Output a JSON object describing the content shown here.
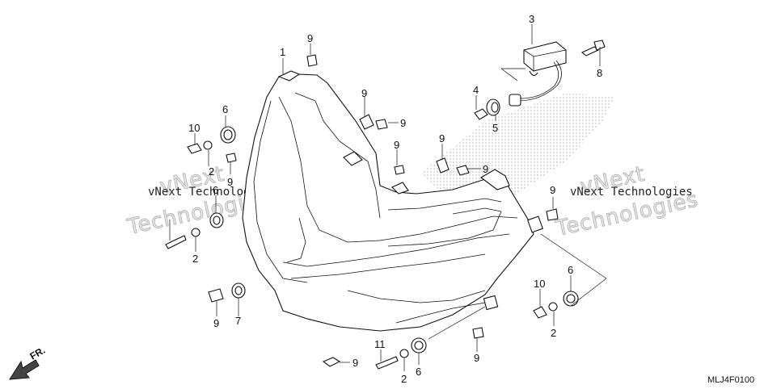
{
  "diagram": {
    "code": "MLJ4F0100",
    "direction_label": "FR.",
    "watermark_left": {
      "mono": "vNext Technologies",
      "big_top": "vNext",
      "big_bottom": "Technologies"
    },
    "watermark_right": {
      "mono": "vNext Technologies",
      "big_top": "vNext",
      "big_bottom": "Technologies"
    },
    "callouts": [
      {
        "id": "c1",
        "label": "1"
      },
      {
        "id": "c2a",
        "label": "2"
      },
      {
        "id": "c2b",
        "label": "2"
      },
      {
        "id": "c2c",
        "label": "2"
      },
      {
        "id": "c2d",
        "label": "2"
      },
      {
        "id": "c3",
        "label": "3"
      },
      {
        "id": "c4",
        "label": "4"
      },
      {
        "id": "c5",
        "label": "5"
      },
      {
        "id": "c6a",
        "label": "6"
      },
      {
        "id": "c6b",
        "label": "6"
      },
      {
        "id": "c6c",
        "label": "6"
      },
      {
        "id": "c6d",
        "label": "6"
      },
      {
        "id": "c7",
        "label": "7"
      },
      {
        "id": "c8",
        "label": "8"
      },
      {
        "id": "c9a",
        "label": "9"
      },
      {
        "id": "c9b",
        "label": "9"
      },
      {
        "id": "c9c",
        "label": "9"
      },
      {
        "id": "c9d",
        "label": "9"
      },
      {
        "id": "c9e",
        "label": "9"
      },
      {
        "id": "c9f",
        "label": "9"
      },
      {
        "id": "c9g",
        "label": "9"
      },
      {
        "id": "c9h",
        "label": "9"
      },
      {
        "id": "c9i",
        "label": "9"
      },
      {
        "id": "c9j",
        "label": "9"
      },
      {
        "id": "c9k",
        "label": "9"
      },
      {
        "id": "c10a",
        "label": "10"
      },
      {
        "id": "c10b",
        "label": "10"
      },
      {
        "id": "c11",
        "label": "11"
      }
    ]
  }
}
